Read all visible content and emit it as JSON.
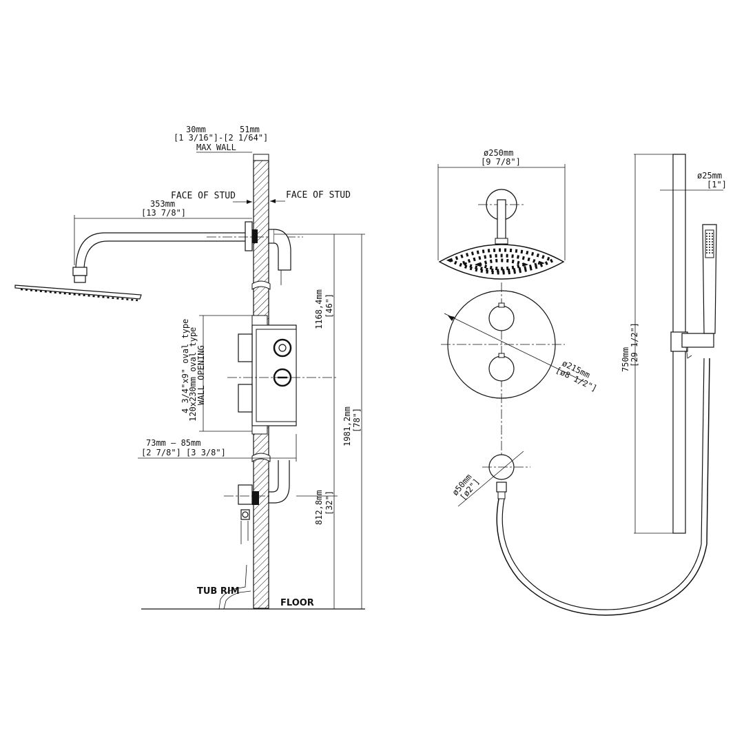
{
  "wall_dims": {
    "min_mm": "30mm",
    "max_mm": "51mm",
    "range_in": "[1 3/16\"]-[2 1/64\"]",
    "label": "MAX WALL"
  },
  "face_of_stud_left": "FACE OF STUD",
  "face_of_stud_right": "FACE OF STUD",
  "arm_dims": {
    "mm": "353mm",
    "in": "[13 7/8\"]"
  },
  "wall_opening": {
    "line1": "4 3/4\"x9\" oval type",
    "line2": "120x230mm oval type",
    "line3": "WALL OPENING"
  },
  "valve_depth": {
    "mm": "73mm — 85mm",
    "in": "[2 7/8\"] [3 3/8\"]"
  },
  "height_arm": {
    "mm": "1168,4mm",
    "in": "[46\"]"
  },
  "height_total": {
    "mm": "1981,2mm",
    "in": "[78\"]"
  },
  "height_outlet": {
    "mm": "812,8mm",
    "in": "[32\"]"
  },
  "tub_rim": "TUB RIM",
  "floor": "FLOOR",
  "head_dims": {
    "mm": "ø250mm",
    "in": "[9 7/8\"]"
  },
  "plate_dims": {
    "mm": "ø215mm",
    "in": "[ø8 1/2\"]"
  },
  "outlet_dims": {
    "mm": "ø50mm",
    "in": "[ø2\"]"
  },
  "rail_dia": {
    "mm": "ø25mm",
    "in": "[1\"]"
  },
  "rail_len": {
    "mm": "750mm",
    "in": "[29 1/2\"]"
  }
}
